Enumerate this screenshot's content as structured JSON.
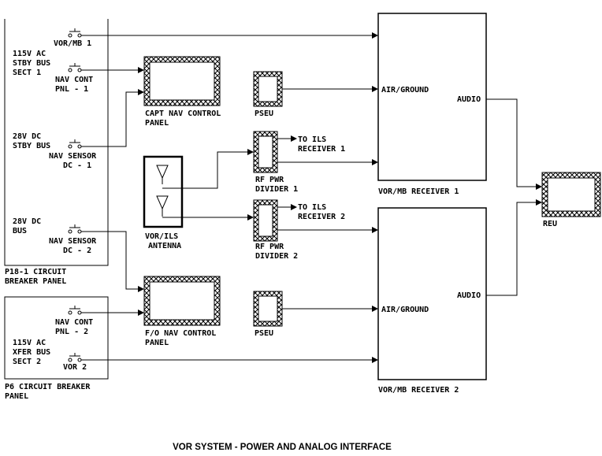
{
  "title": "VOR SYSTEM - POWER AND ANALOG INTERFACE",
  "p18": {
    "panel_label": [
      "P18-1 CIRCUIT",
      "BREAKER PANEL"
    ],
    "bus_115v_stby": [
      "115V AC",
      "STBY BUS",
      "SECT 1"
    ],
    "bus_28v_stby": [
      "28V DC",
      "STBY BUS"
    ],
    "bus_28v": [
      "28V DC",
      "BUS"
    ],
    "cb_vor_mb1": "VOR/MB 1",
    "cb_nav_cont_1": [
      "NAV CONT",
      "PNL - 1"
    ],
    "cb_nav_sensor_1": [
      "NAV SENSOR",
      "DC - 1"
    ],
    "cb_nav_sensor_2": [
      "NAV SENSOR",
      "DC - 2"
    ]
  },
  "p6": {
    "panel_label": [
      "P6 CIRCUIT BREAKER",
      "PANEL"
    ],
    "bus_115v_xfer": [
      "115V AC",
      "XFER BUS",
      "SECT 2"
    ],
    "cb_nav_cont_2": [
      "NAV CONT",
      "PNL - 2"
    ],
    "cb_vor2": "VOR 2"
  },
  "capt_nav_panel": [
    "CAPT NAV CONTROL",
    "PANEL"
  ],
  "fo_nav_panel": [
    "F/O NAV CONTROL",
    "PANEL"
  ],
  "pseu_1": "PSEU",
  "pseu_2": "PSEU",
  "antenna": [
    "VOR/ILS",
    "ANTENNA"
  ],
  "divider_1": {
    "label": [
      "RF PWR",
      "DIVIDER 1"
    ],
    "output": [
      "TO ILS",
      "RECEIVER 1"
    ]
  },
  "divider_2": {
    "label": [
      "RF PWR",
      "DIVIDER 2"
    ],
    "output": [
      "TO ILS",
      "RECEIVER 2"
    ]
  },
  "receiver_1": {
    "label": "VOR/MB RECEIVER 1",
    "air_ground": "AIR/GROUND",
    "audio": "AUDIO"
  },
  "receiver_2": {
    "label": "VOR/MB RECEIVER 2",
    "air_ground": "AIR/GROUND",
    "audio": "AUDIO"
  },
  "reu": "REU"
}
